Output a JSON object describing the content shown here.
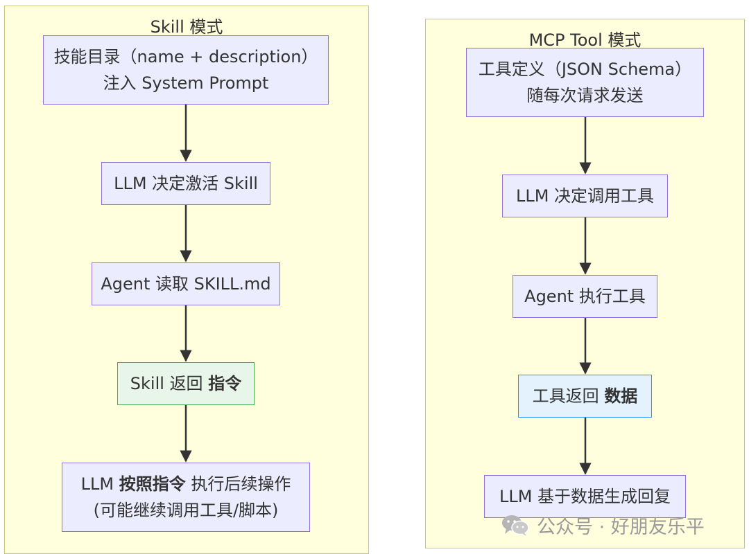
{
  "skill": {
    "title": "Skill 模式",
    "node1": {
      "line1": "技能目录（name + description）",
      "line2": "注入 System Prompt"
    },
    "node2": "LLM 决定激活 Skill",
    "node3": "Agent 读取 SKILL.md",
    "node4": {
      "pre": "Skill 返回 ",
      "bold": "指令"
    },
    "node5": {
      "pre": "LLM ",
      "bold": "按照指令",
      "post": " 执行后续操作",
      "line2": "(可能继续调用工具/脚本)"
    }
  },
  "mcp": {
    "title": "MCP Tool 模式",
    "node1": {
      "line1": "工具定义（JSON Schema）",
      "line2": "随每次请求发送"
    },
    "node2": "LLM 决定调用工具",
    "node3": "Agent 执行工具",
    "node4": {
      "pre": "工具返回 ",
      "bold": "数据"
    },
    "node5": "LLM 基于数据生成回复"
  },
  "watermark": {
    "text": "公众号 · 好朋友乐平",
    "icon": "wechat-icon"
  },
  "colors": {
    "cluster_fill": "#ffffde",
    "cluster_border": "#c9c97a",
    "node_fill": "#ececff",
    "node_border": "#9370db",
    "instruction_fill": "#e8f5e9",
    "instruction_border": "#4caf50",
    "data_fill": "#e3f2fd",
    "data_border": "#2196f3",
    "arrow": "#333333"
  }
}
